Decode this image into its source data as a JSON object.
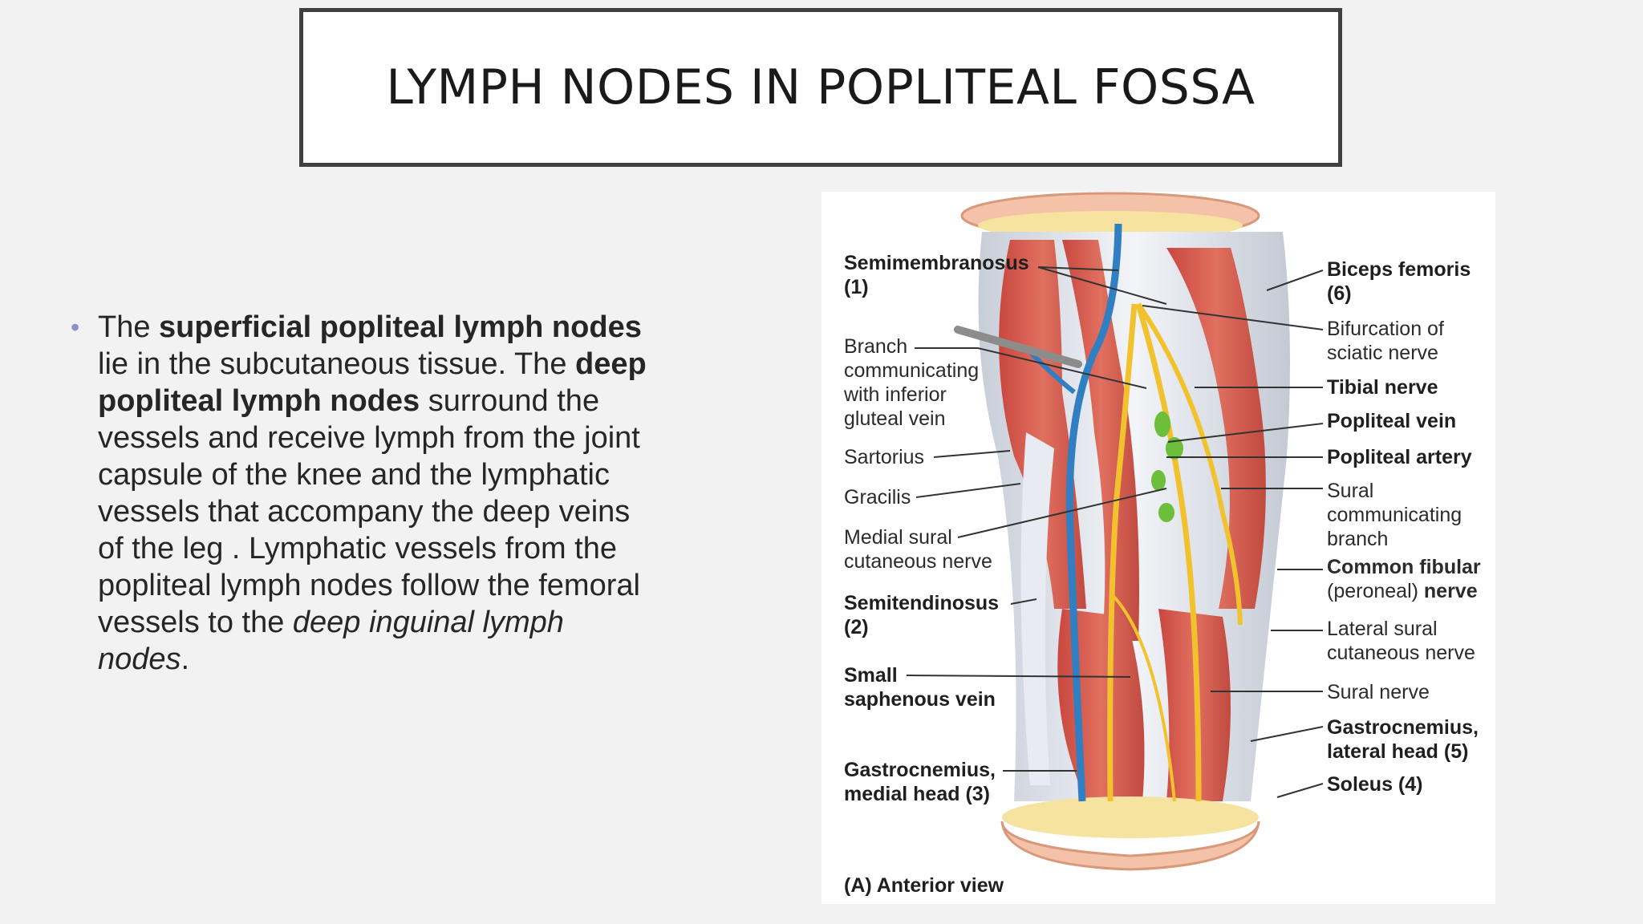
{
  "title": "LYMPH NODES IN POPLITEAL FOSSA",
  "text": {
    "p1": "The ",
    "p2": "superficial popliteal lymph nodes",
    "p3": "  lie in the subcutaneous tissue. The ",
    "p4": "deep popliteal lymph nodes",
    "p5": " surround the vessels and receive lymph from the joint capsule of the knee and the lymphatic vessels that accompany the deep veins of the leg . Lymphatic vessels from the popliteal lymph nodes follow the femoral vessels to the ",
    "p6": "deep inguinal lymph nodes",
    "p7": "."
  },
  "figure": {
    "view_label": "(A) Anterior view",
    "left_labels": {
      "semimembranosus_a": "Semimembranosus",
      "semimembranosus_b": "(1)",
      "branch_a": "Branch",
      "branch_b": "communicating",
      "branch_c": "with inferior",
      "branch_d": "gluteal vein",
      "sartorius": "Sartorius",
      "gracilis": "Gracilis",
      "medial_sural_a": "Medial sural",
      "medial_sural_b": "cutaneous nerve",
      "semitendinosus_a": "Semitendinosus",
      "semitendinosus_b": "(2)",
      "small_saphenous_a": "Small",
      "small_saphenous_b": "saphenous vein",
      "gastroc_medial_a": "Gastrocnemius,",
      "gastroc_medial_b": "medial head (3)"
    },
    "right_labels": {
      "biceps_a": "Biceps femoris",
      "biceps_b": "(6)",
      "bifurcation_a": "Bifurcation of",
      "bifurcation_b": "sciatic nerve",
      "tibial": "Tibial nerve",
      "popliteal_vein": "Popliteal vein",
      "popliteal_artery": "Popliteal artery",
      "sural_comm_a": "Sural",
      "sural_comm_b": "communicating",
      "sural_comm_c": "branch",
      "common_fibular_a": "Common fibular",
      "common_fibular_b": "(peroneal)",
      "common_fibular_c": " nerve",
      "lateral_sural_a": "Lateral sural",
      "lateral_sural_b": "cutaneous nerve",
      "sural_nerve": "Sural nerve",
      "gastroc_lateral_a": "Gastrocnemius,",
      "gastroc_lateral_b": "lateral head (5)",
      "soleus": "Soleus (4)"
    }
  }
}
